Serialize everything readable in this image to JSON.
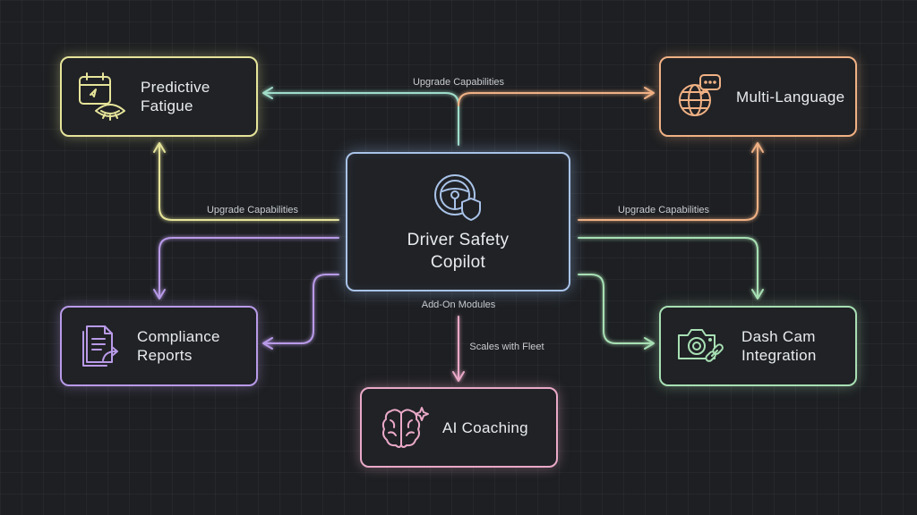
{
  "diagram": {
    "center": {
      "line1": "Driver Safety",
      "line2": "Copilot",
      "icon": "steering-wheel-shield-icon"
    },
    "nodes": {
      "fatigue": {
        "line1": "Predictive",
        "line2": "Fatigue",
        "icon": "calendar-eye-icon",
        "color": "#e6e49a"
      },
      "language": {
        "label": "Multi-Language",
        "icon": "globe-chat-icon",
        "color": "#f0b184"
      },
      "compliance": {
        "line1": "Compliance",
        "line2": "Reports",
        "icon": "documents-share-icon",
        "color": "#b99ae8"
      },
      "dashcam": {
        "line1": "Dash Cam",
        "line2": "Integration",
        "icon": "camera-link-icon",
        "color": "#a8e0b4"
      },
      "coaching": {
        "label": "AI Coaching",
        "icon": "brain-sparkle-icon",
        "color": "#eaa9c8"
      }
    },
    "edge_labels": {
      "top": "Upgrade Capabilities",
      "left": "Upgrade Capabilities",
      "right": "Upgrade Capabilities",
      "bottom_center": "Add-On Modules",
      "bottom": "Scales with Fleet"
    }
  }
}
